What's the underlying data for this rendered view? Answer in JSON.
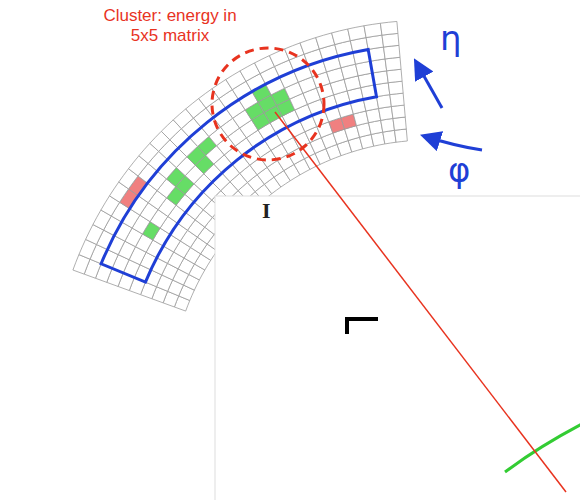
{
  "diagram": {
    "labels": [
      "Cluster: energy in 5x5 matrix",
      "η",
      "φ",
      "I"
    ]
  }
}
